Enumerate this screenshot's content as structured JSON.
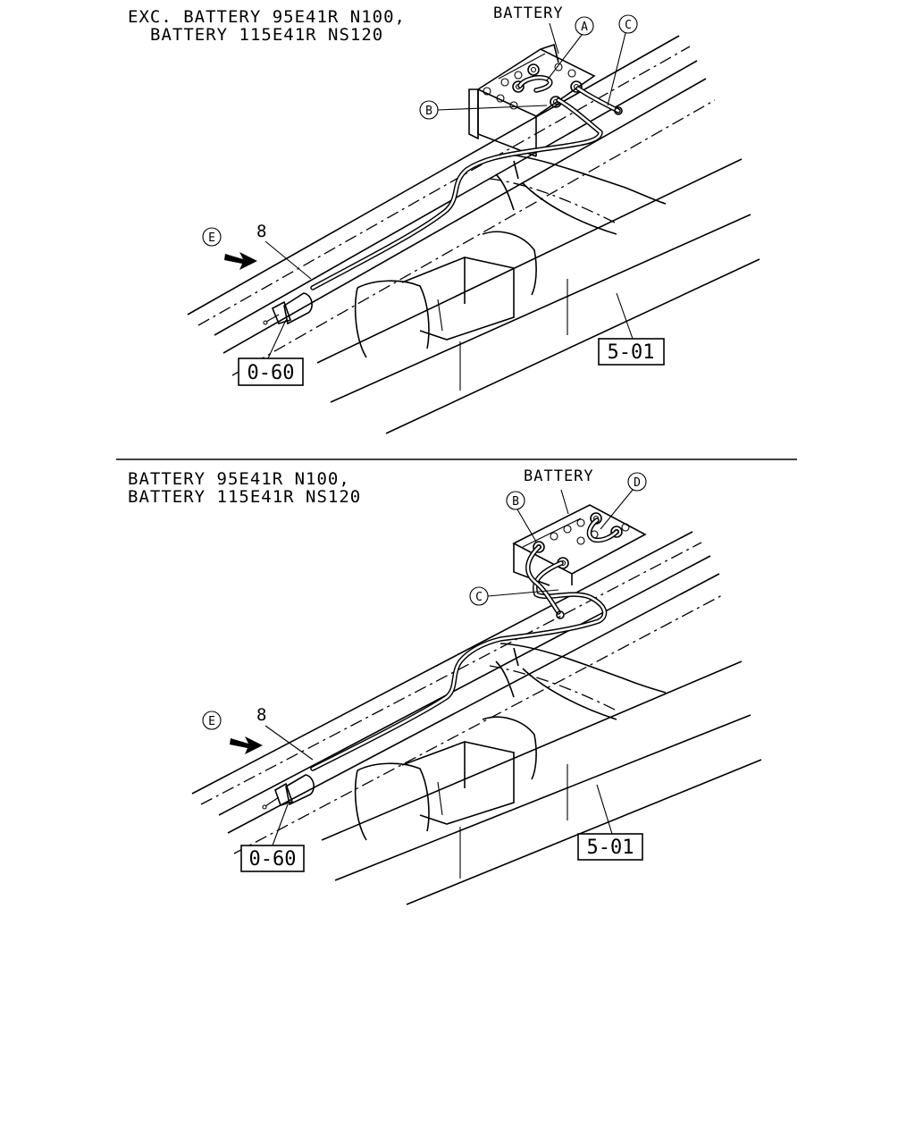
{
  "panels": [
    {
      "title_line1": "EXC. BATTERY 95E41R N100,",
      "title_line2": "BATTERY 115E41R NS120",
      "battery_label": "BATTERY",
      "callout_a": "A",
      "callout_b": "B",
      "callout_c": "C",
      "callout_e": "E",
      "part_number": "8",
      "ref_left": "0-60",
      "ref_right": "5-01"
    },
    {
      "title_line1": "BATTERY 95E41R N100,",
      "title_line2": "BATTERY 115E41R NS120",
      "battery_label": "BATTERY",
      "callout_b": "B",
      "callout_c": "C",
      "callout_d": "D",
      "callout_e": "E",
      "part_number": "8",
      "ref_left": "0-60",
      "ref_right": "5-01"
    }
  ]
}
